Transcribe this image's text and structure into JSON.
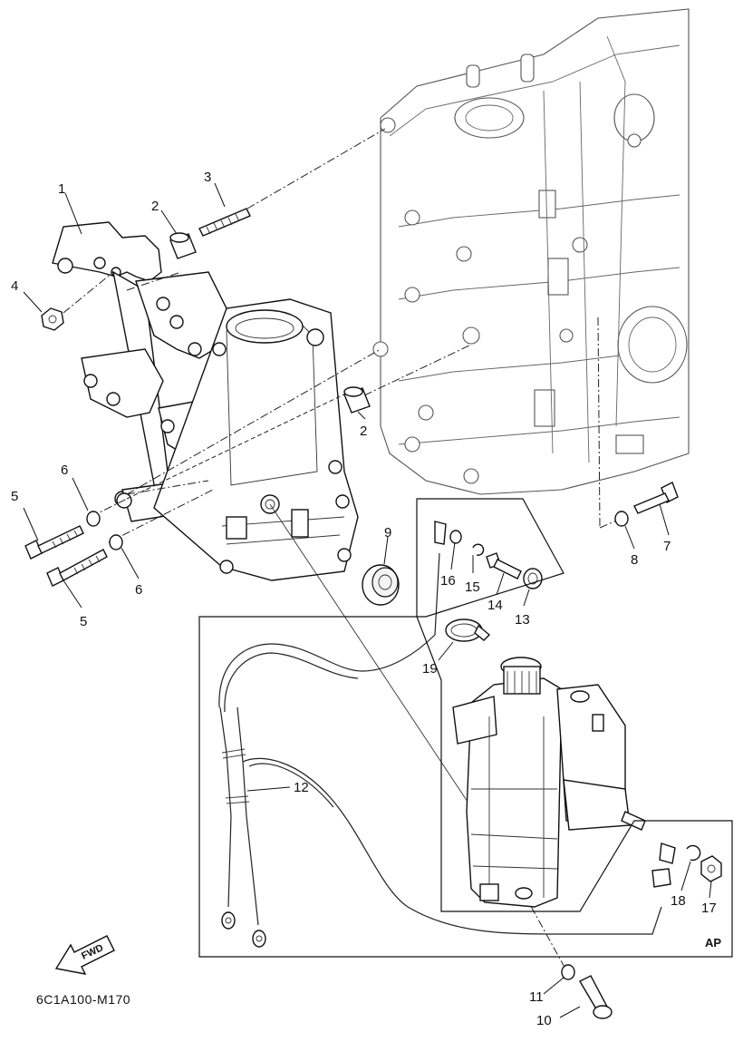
{
  "diagram": {
    "code": "6C1A100-M170",
    "box_label": "AP",
    "arrow_label": "FWD",
    "callouts": {
      "c1": "1",
      "c2a": "2",
      "c2b": "2",
      "c3": "3",
      "c4": "4",
      "c5a": "5",
      "c5b": "5",
      "c6a": "6",
      "c6b": "6",
      "c7": "7",
      "c8": "8",
      "c9": "9",
      "c10": "10",
      "c11": "11",
      "c12": "12",
      "c13": "13",
      "c14": "14",
      "c15": "15",
      "c16": "16",
      "c17": "17",
      "c18": "18",
      "c19": "19"
    }
  }
}
